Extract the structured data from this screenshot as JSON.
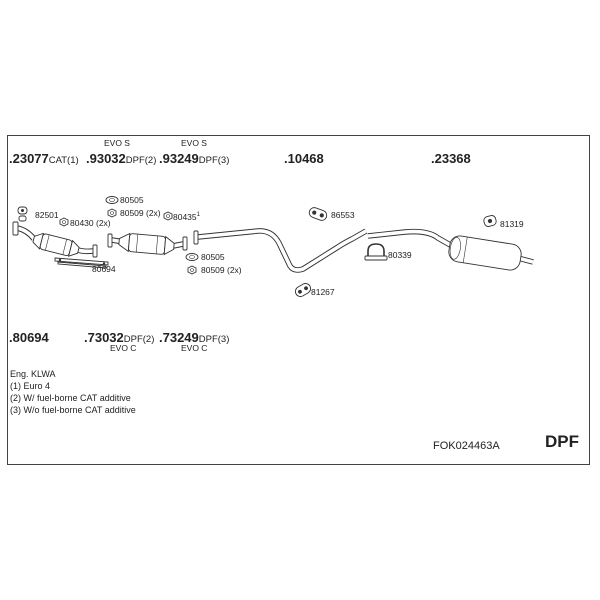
{
  "header_parts": [
    {
      "number": ".23077",
      "suffix": "CAT(1)"
    },
    {
      "number": ".93032",
      "suffix": "DPF(2)",
      "tag": "EVO S"
    },
    {
      "number": ".93249",
      "suffix": "DPF(3)",
      "tag": "EVO S"
    },
    {
      "number": ".10468"
    },
    {
      "number": ".23368"
    }
  ],
  "footer_parts": [
    {
      "number": ".80694"
    },
    {
      "number": ".73032",
      "suffix": "DPF(2)",
      "tag": "EVO C"
    },
    {
      "number": ".73249",
      "suffix": "DPF(3)",
      "tag": "EVO C"
    }
  ],
  "labels": [
    {
      "text": "82501"
    },
    {
      "text": "80430 (2x)"
    },
    {
      "text": "80505"
    },
    {
      "text": "80509 (2x)"
    },
    {
      "text": "80435",
      "superscript": "1"
    },
    {
      "text": "80694"
    },
    {
      "text": "80505"
    },
    {
      "text": "80509 (2x)"
    },
    {
      "text": "86553"
    },
    {
      "text": "80339"
    },
    {
      "text": "81267"
    },
    {
      "text": "81319"
    }
  ],
  "legend": [
    "Eng. KLWA",
    "(1) Euro 4",
    "(2) W/ fuel-borne CAT additive",
    "(3) W/o fuel-borne CAT additive"
  ],
  "footer": {
    "code": "FOK024463A",
    "badge": "DPF"
  }
}
